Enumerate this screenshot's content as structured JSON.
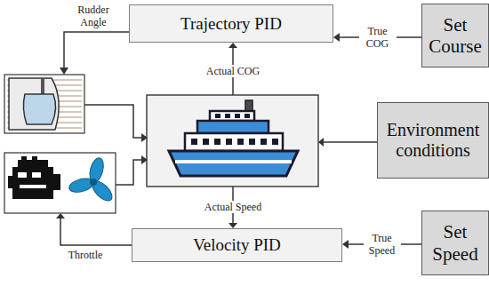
{
  "diagram": {
    "nodes": [
      {
        "text": [
          "Trajectory PID"
        ]
      },
      {
        "text": [
          "Set Course"
        ]
      },
      {
        "text": [
          "Environment conditions"
        ]
      },
      {
        "text": [
          "Velocity PID"
        ]
      },
      {
        "text": [
          "Set Speed"
        ]
      }
    ],
    "edges": [
      {
        "from": 1,
        "to": 0,
        "arrow": "to",
        "label": "True COG"
      },
      {
        "from": 4,
        "to": 3,
        "arrow": "to",
        "label": "True Speed"
      }
    ],
    "labels": [
      "Rudder Angle",
      "Actual COG",
      "Actual Speed",
      "Throttle"
    ]
  }
}
